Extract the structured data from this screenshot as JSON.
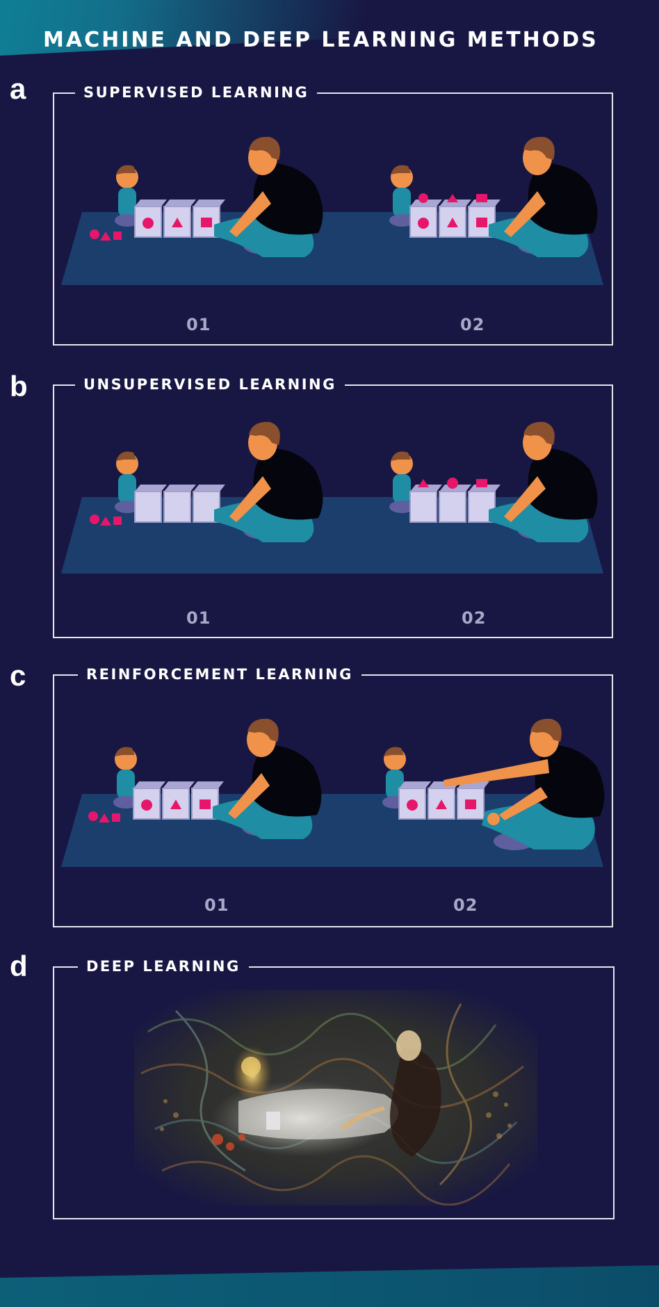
{
  "title": "MACHINE AND DEEP LEARNING METHODS",
  "panels": [
    {
      "letter": "a",
      "title": "SUPERVISED LEARNING",
      "steps": [
        "01",
        "02"
      ]
    },
    {
      "letter": "b",
      "title": "UNSUPERVISED LEARNING",
      "steps": [
        "01",
        "02"
      ]
    },
    {
      "letter": "c",
      "title": "REINFORCEMENT LEARNING",
      "steps": [
        "01",
        "02"
      ]
    },
    {
      "letter": "d",
      "title": "DEEP LEARNING"
    }
  ],
  "colors": {
    "background": "#181743",
    "accent_teal": "#0f7f95",
    "shape_pink": "#e6166b",
    "box_lavender": "#d4d1ee",
    "skin": "#f0924a",
    "hair": "#8a4f2d",
    "shirt": "#05050d",
    "pants": "#1f8da3"
  },
  "icons": [
    "circle-shape-icon",
    "triangle-shape-icon",
    "square-shape-icon"
  ]
}
